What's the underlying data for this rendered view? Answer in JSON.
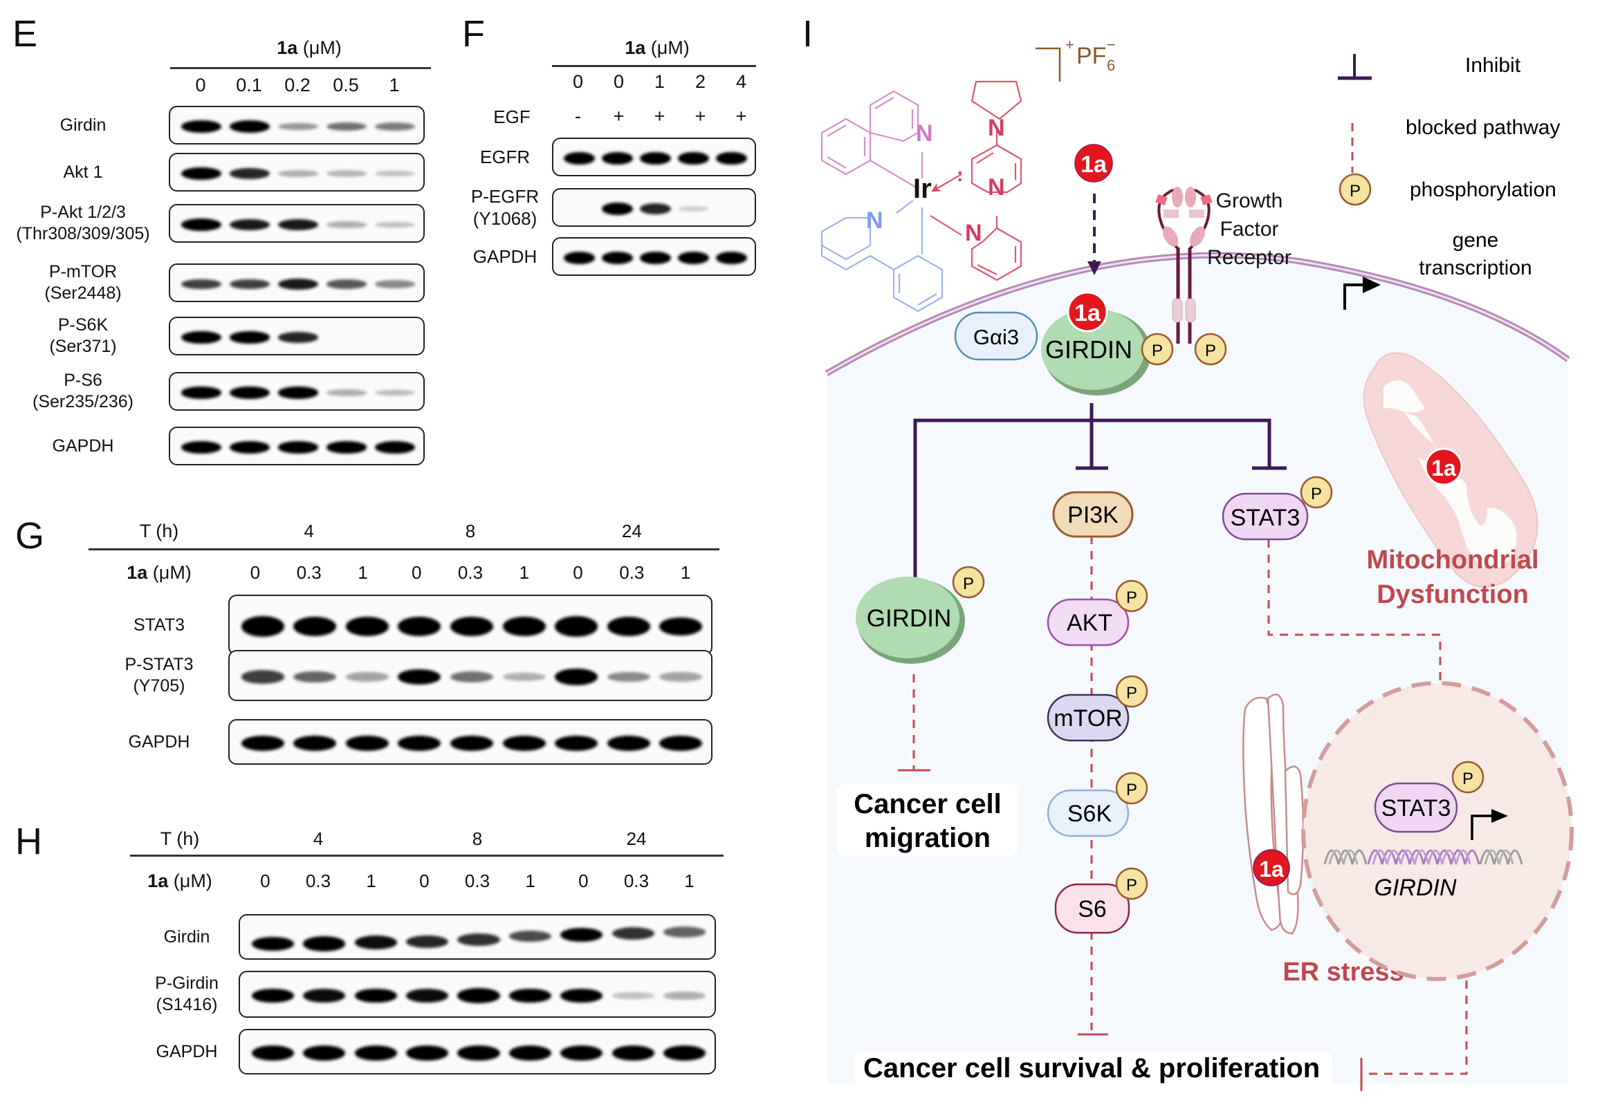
{
  "panels": {
    "E": {
      "letter": "E",
      "compound": "1a",
      "unit": "(μM)",
      "lanes": [
        "0",
        "0.1",
        "0.2",
        "0.5",
        "1"
      ],
      "blots": [
        {
          "label": "Girdin",
          "intensity": [
            0.95,
            0.9,
            0.25,
            0.4,
            0.35
          ]
        },
        {
          "label": "Akt 1",
          "intensity": [
            0.9,
            0.7,
            0.15,
            0.12,
            0.08
          ]
        },
        {
          "label": "P-Akt 1/2/3\n(Thr308/309/305)",
          "intensity": [
            0.9,
            0.75,
            0.75,
            0.15,
            0.08
          ]
        },
        {
          "label": "P-mTOR\n(Ser2448)",
          "intensity": [
            0.6,
            0.6,
            0.75,
            0.5,
            0.3
          ]
        },
        {
          "label": "P-S6K\n(Ser371)",
          "intensity": [
            0.95,
            0.85,
            0.7,
            0.0,
            0.0
          ]
        },
        {
          "label": "P-S6\n(Ser235/236)",
          "intensity": [
            0.85,
            0.95,
            0.85,
            0.15,
            0.1
          ]
        },
        {
          "label": "GAPDH",
          "intensity": [
            0.95,
            0.9,
            0.85,
            0.85,
            0.95
          ]
        }
      ]
    },
    "F": {
      "letter": "F",
      "compound": "1a",
      "unit": "(μM)",
      "lanes": [
        "0",
        "0",
        "1",
        "2",
        "4"
      ],
      "row_label": "EGF",
      "egf": [
        "-",
        "+",
        "+",
        "+",
        "+"
      ],
      "blots": [
        {
          "label": "EGFR",
          "intensity": [
            0.95,
            0.95,
            0.95,
            1.0,
            1.0
          ]
        },
        {
          "label": "P-EGFR\n(Y1068)",
          "intensity": [
            0.0,
            0.95,
            0.7,
            0.02,
            0.0
          ]
        },
        {
          "label": "GAPDH",
          "intensity": [
            0.95,
            0.95,
            0.95,
            0.95,
            0.95
          ]
        }
      ]
    },
    "G": {
      "letter": "G",
      "time_label": "T (h)",
      "times": [
        "4",
        "8",
        "24"
      ],
      "compound": "1a",
      "unit": "(μM)",
      "lanes": [
        "0",
        "0.3",
        "1",
        "0",
        "0.3",
        "1",
        "0",
        "0.3",
        "1"
      ],
      "blots": [
        {
          "label": "STAT3",
          "intensity": [
            1,
            0.95,
            0.95,
            0.95,
            0.9,
            0.95,
            1,
            0.9,
            0.85
          ]
        },
        {
          "label": "P-STAT3\n(Y705)",
          "intensity": [
            0.6,
            0.45,
            0.2,
            0.85,
            0.4,
            0.15,
            1,
            0.3,
            0.2
          ]
        },
        {
          "label": "GAPDH",
          "intensity": [
            1,
            1,
            1,
            1,
            1,
            1,
            1,
            1,
            1
          ]
        }
      ]
    },
    "H": {
      "letter": "H",
      "time_label": "T (h)",
      "times": [
        "4",
        "8",
        "24"
      ],
      "compound": "1a",
      "unit": "(μM)",
      "lanes": [
        "0",
        "0.3",
        "1",
        "0",
        "0.3",
        "1",
        "0",
        "0.3",
        "1"
      ],
      "blots": [
        {
          "label": "Girdin",
          "intensity": [
            0.85,
            0.95,
            0.8,
            0.7,
            0.65,
            0.55,
            0.85,
            0.65,
            0.45
          ]
        },
        {
          "label": "P-Girdin\n(S1416)",
          "intensity": [
            0.85,
            0.8,
            0.85,
            0.8,
            0.9,
            0.85,
            0.85,
            0.08,
            0.15
          ]
        },
        {
          "label": "GAPDH",
          "intensity": [
            1,
            1,
            1,
            1,
            1,
            1,
            1,
            1,
            1
          ]
        }
      ]
    },
    "I": {
      "letter": "I",
      "counterion": "PF",
      "counterion_sub": "6",
      "charge_plus": "+",
      "charge_minus": "−",
      "ir": "Ir",
      "n": "N",
      "compound_badge": "1a",
      "legend": [
        {
          "icon": "inhibit",
          "label": "Inhibit"
        },
        {
          "icon": "blocked-pathway",
          "label": "blocked pathway"
        },
        {
          "icon": "phosphorylation",
          "label": "phosphorylation"
        },
        {
          "icon": "gene-transcription",
          "label": "gene\ntranscription"
        }
      ],
      "receptor_label": "Growth\nFactor\nReceptor",
      "p": "P",
      "nodes": {
        "galpha": "Gαi3",
        "girdin_membrane": "GIRDIN",
        "girdin_p": "GIRDIN",
        "pi3k": "PI3K",
        "akt": "AKT",
        "mtor": "mTOR",
        "s6k": "S6K",
        "s6": "S6",
        "stat3": "STAT3",
        "stat3_nuclear": "STAT3",
        "gene": "GIRDIN"
      },
      "outcomes": {
        "migration": "Cancer cell\nmigration",
        "survival": "Cancer cell survival & proliferation",
        "mito": "Mitochondrial\nDysfunction",
        "er": "ER stress"
      },
      "colors": {
        "inhibit": "#3d1a55",
        "blocked": "#c9484e",
        "mito_text": "#c0484e",
        "badge": "#e3161f",
        "p_fill": "#f5e3a1",
        "p_stroke": "#9a5a2e",
        "cell_bg": "#f5f9fd",
        "membrane": "#b48bb8"
      }
    }
  }
}
